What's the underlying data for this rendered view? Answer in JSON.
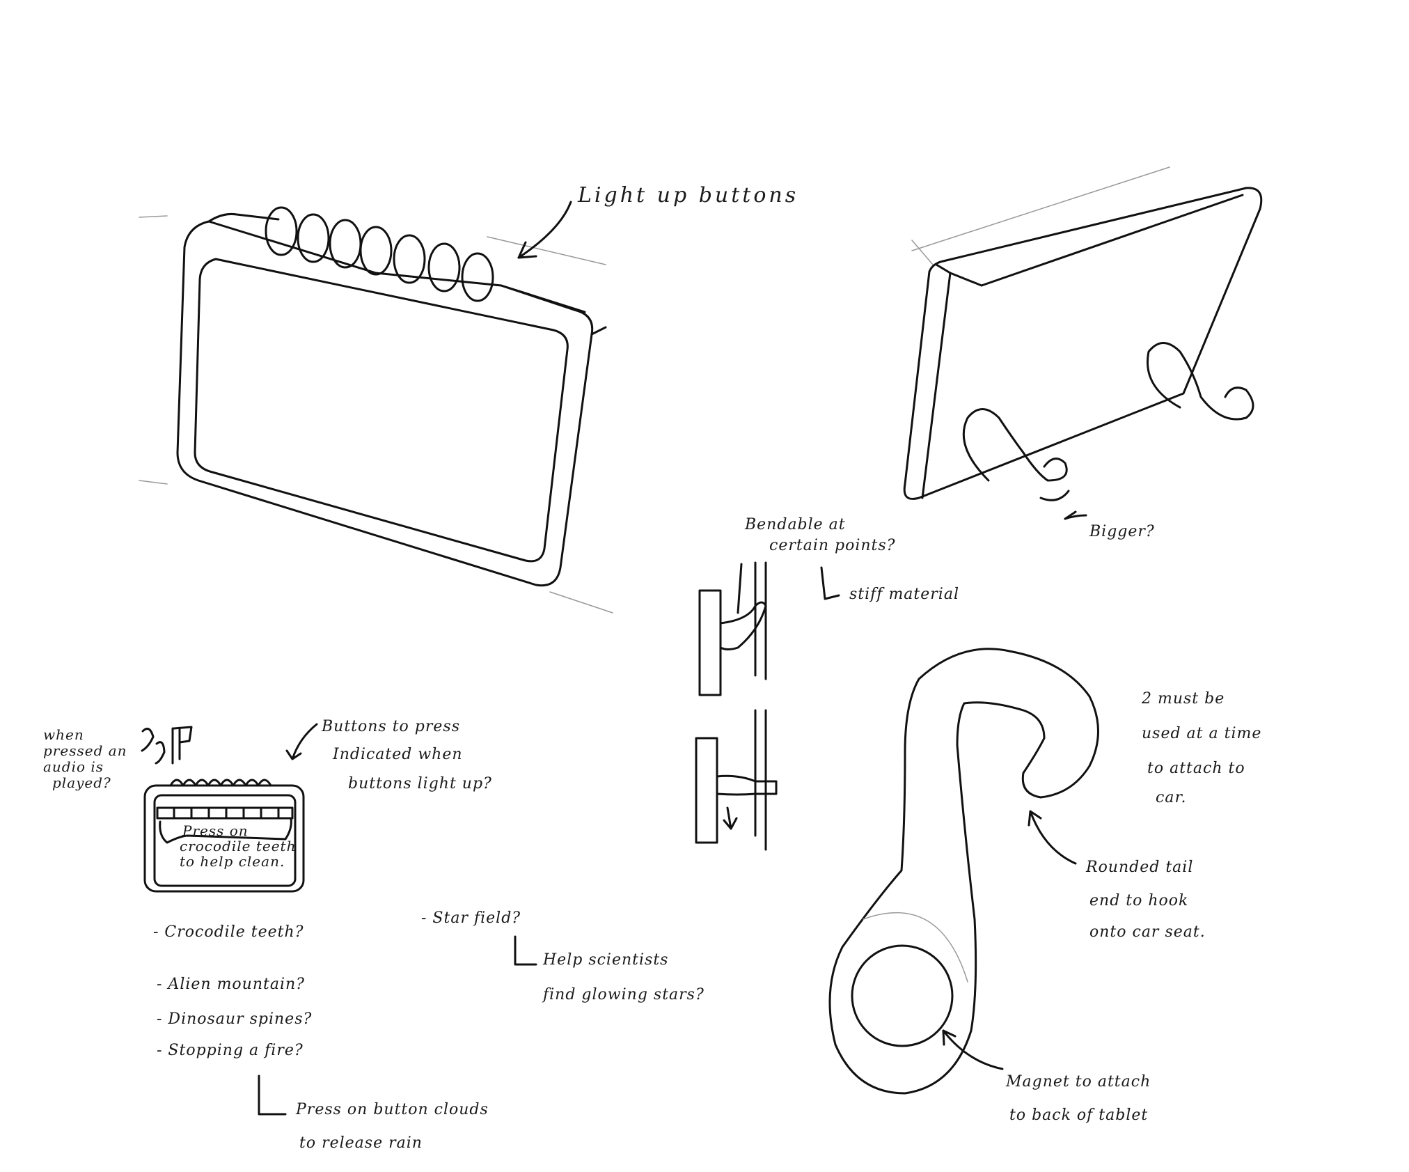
{
  "labels": {
    "light_up_buttons": "Light up buttons",
    "bendable_line1": "Bendable at",
    "bendable_line2": "certain points?",
    "stiff_material": "stiff material",
    "bigger": "Bigger?",
    "when_pressed_1": "when",
    "when_pressed_2": "pressed an",
    "when_pressed_3": "audio is",
    "when_pressed_4": "played?",
    "buttons_to_press_1": "Buttons to press",
    "buttons_to_press_2": "Indicated when",
    "buttons_to_press_3": "buttons light up?",
    "screen_text_1": "Press on",
    "screen_text_2": "crocodile teeth",
    "screen_text_3": "to help clean.",
    "two_must_1": "2 must be",
    "two_must_2": "used at a time",
    "two_must_3": "to attach to",
    "two_must_4": "car.",
    "rounded_tail_1": "Rounded tail",
    "rounded_tail_2": "end to hook",
    "rounded_tail_3": "onto car seat.",
    "magnet_1": "Magnet to attach",
    "magnet_2": "to back of tablet"
  },
  "ideas": {
    "crocodile": "- Crocodile teeth?",
    "alien": "- Alien mountain?",
    "dinosaur": "- Dinosaur spines?",
    "fire": "- Stopping a fire?",
    "clouds_1": "Press on button clouds",
    "clouds_2": "to release rain",
    "star_field": "- Star field?",
    "help_1": "Help scientists",
    "help_2": "find glowing stars?"
  }
}
